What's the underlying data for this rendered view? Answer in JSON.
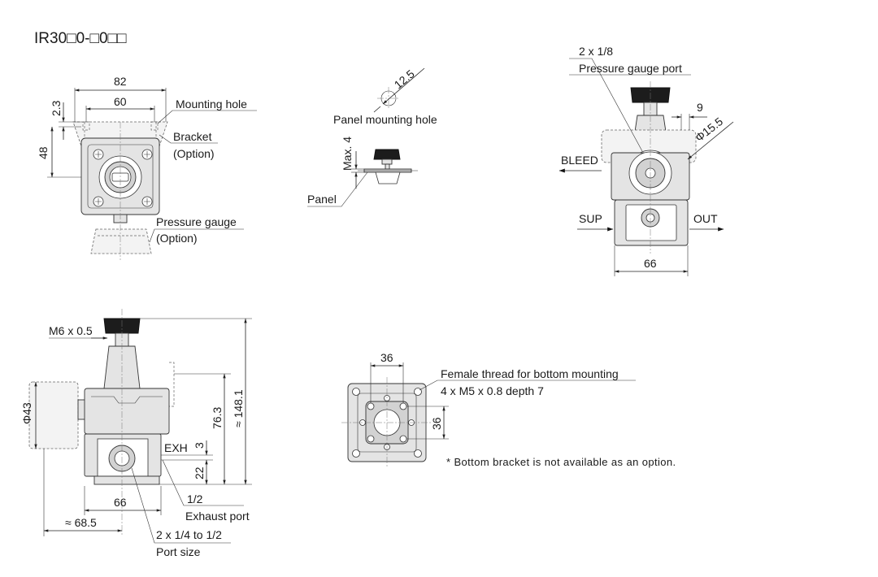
{
  "title": "IR30□0-□0□□",
  "front_view": {
    "dim_width_outer": "82",
    "dim_width_inner": "60",
    "dim_top_offset": "2.3",
    "dim_height": "48",
    "label_mounting_hole": "Mounting hole",
    "label_bracket": "Bracket",
    "label_bracket_option": "(Option)",
    "label_gauge": "Pressure gauge",
    "label_gauge_option": "(Option)"
  },
  "panel_view": {
    "dim_hole_dia": "12.5",
    "label_panel_hole": "Panel mounting hole",
    "dim_max": "Max. 4",
    "label_panel": "Panel"
  },
  "side_view": {
    "label_gauge_port_count": "2 x 1/8",
    "label_gauge_port": "Pressure gauge port",
    "dim_offset": "9",
    "dim_dia": "Φ15.5",
    "label_bleed": "BLEED",
    "label_sup": "SUP",
    "label_out": "OUT",
    "dim_width": "66"
  },
  "elevation_view": {
    "label_thread": "M6 x 0.5",
    "dim_gauge_dia": "Φ43",
    "dim_76": "76.3",
    "dim_148": "≈ 148.1",
    "label_exh": "EXH",
    "dim_3": "3",
    "dim_22": "22",
    "dim_66": "66",
    "dim_68": "≈ 68.5",
    "label_half": "1/2",
    "label_exhaust_port": "Exhaust port",
    "label_port_count": "2 x 1/4 to 1/2",
    "label_port_size": "Port size"
  },
  "bottom_view": {
    "dim_36_h": "36",
    "dim_36_v": "36",
    "label_female_thread": "Female thread for bottom mounting",
    "label_thread_spec": "4 x M5 x 0.8 depth 7"
  },
  "footnote": "* Bottom bracket is not available as an option."
}
